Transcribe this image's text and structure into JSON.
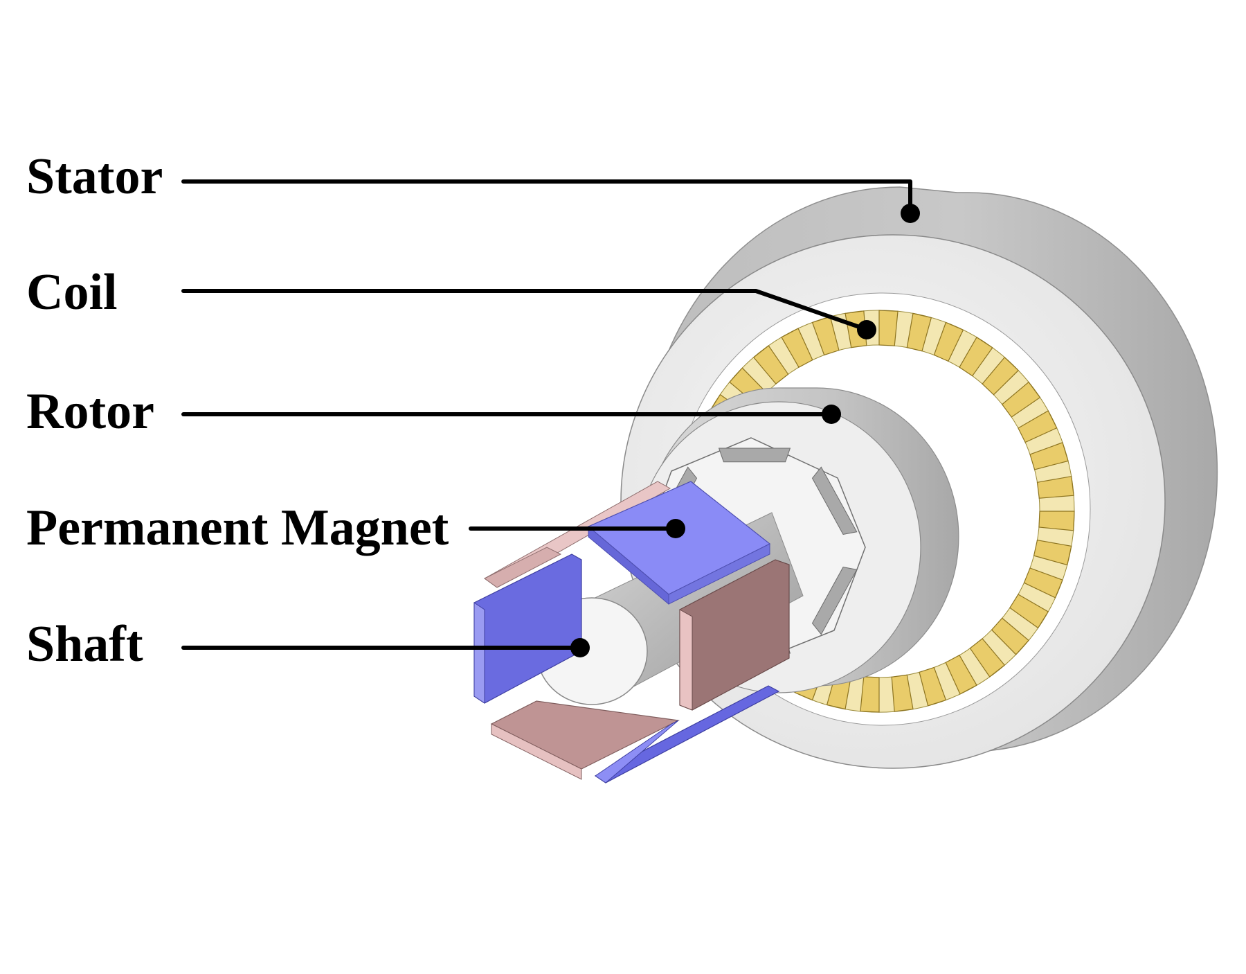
{
  "labels": {
    "stator": "Stator",
    "coil": "Coil",
    "rotor": "Rotor",
    "permanent_magnet": "Permanent Magnet",
    "shaft": "Shaft"
  },
  "colors": {
    "stator": "#c9c9c9",
    "stator_face": "#f1f1f1",
    "coil": "#e9cc6a",
    "rotor": "#cfcfcf",
    "magnet_blue": "#8b8cf4",
    "magnet_pink": "#b79090",
    "shaft": "#f3f3f3",
    "leader": "#000000"
  },
  "coil_turns": 36,
  "rotor_slots": 6
}
